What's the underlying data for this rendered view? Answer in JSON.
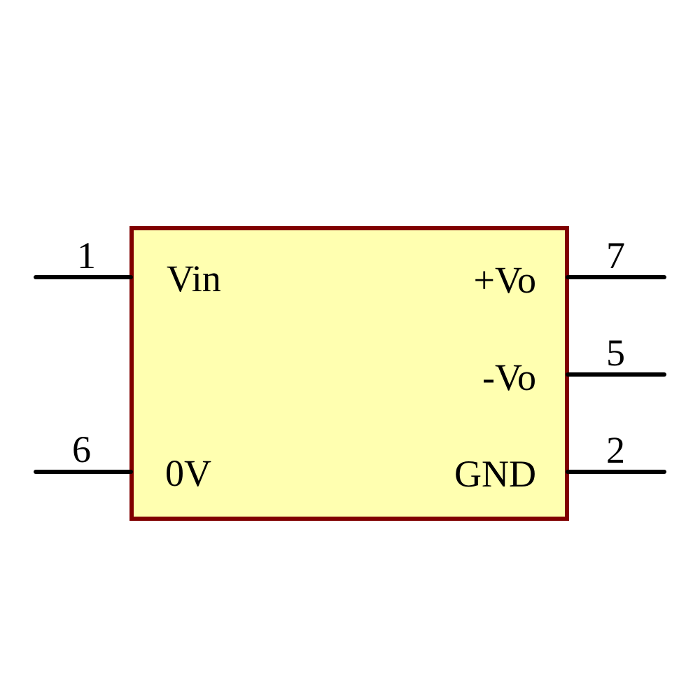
{
  "component": {
    "fill_color": "#ffffb0",
    "border_color": "#800000",
    "pins": [
      {
        "number": "1",
        "label": "Vin",
        "side": "left"
      },
      {
        "number": "6",
        "label": "0V",
        "side": "left"
      },
      {
        "number": "7",
        "label": "+Vo",
        "side": "right"
      },
      {
        "number": "5",
        "label": "-Vo",
        "side": "right"
      },
      {
        "number": "2",
        "label": "GND",
        "side": "right"
      }
    ]
  }
}
